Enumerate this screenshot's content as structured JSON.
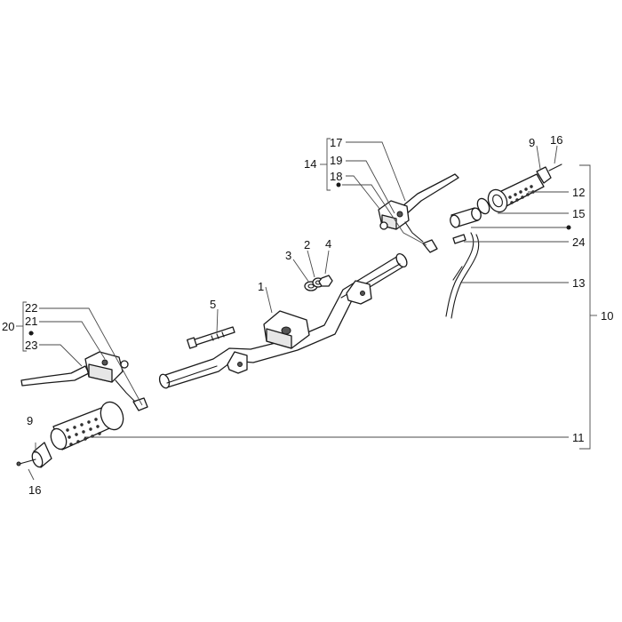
{
  "labels": {
    "l1": "1",
    "l2": "2",
    "l3": "3",
    "l4": "4",
    "l5": "5",
    "l9a": "9",
    "l16a": "16",
    "l17": "17",
    "l14": "14",
    "l19": "19",
    "l18": "18",
    "l12": "12",
    "l15": "15",
    "l24": "24",
    "l13": "13",
    "l10": "10",
    "l22": "22",
    "l20": "20",
    "l21": "21",
    "l23": "23",
    "l9b": "9",
    "l11": "11",
    "l16b": "16"
  },
  "colors": {
    "line": "#1a1a1a",
    "background": "#ffffff"
  },
  "icons": {
    "group_marker": "filled-dot"
  }
}
